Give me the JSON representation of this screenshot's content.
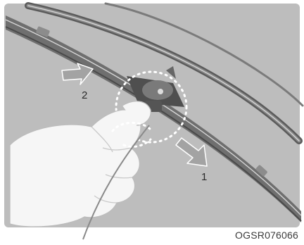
{
  "figure": {
    "code": "OGSR076066",
    "callouts": {
      "step_1": "1",
      "step_2": "2"
    },
    "colors": {
      "background": "#bfbfbf",
      "frame": "#ffffff",
      "blade": "#6f6f6f",
      "hand": "#f5f5f5",
      "arrow": "#9a9a9a",
      "highlight": "#ffffff"
    }
  }
}
